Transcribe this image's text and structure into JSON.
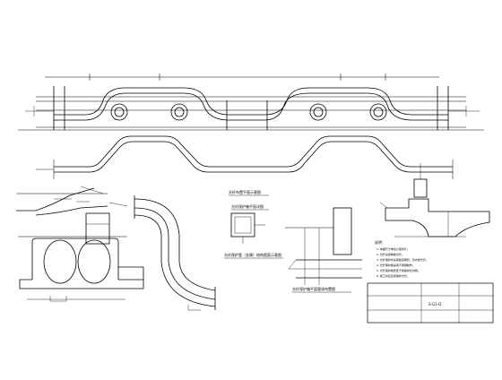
{
  "drawing": {
    "line_color": "#000000",
    "background": "#ffffff",
    "views": {
      "plan_title": "光纤布置平面示意图",
      "section_title": "光纤保护箱平面详图",
      "detail_title": "光纤保护管（金属）结构图案示意图",
      "detail_bottom_title": "光纤保护箱平面管线布置图"
    },
    "notes": {
      "heading": "说明：",
      "lines": [
        "1. 本图尺寸单位以毫米计。",
        "2. 光纤采用单模光纤。",
        "3. 光纤保护管采用镀锌钢管，管内穿光纤。",
        "4. 光纤保护箱采用不锈钢制作。",
        "5. 光纤保护箱安装于桥梁护栏内侧。",
        "6. 施工时应注意保护光纤。"
      ]
    },
    "title_block": {
      "drawing_no": "S-G1-D"
    }
  }
}
